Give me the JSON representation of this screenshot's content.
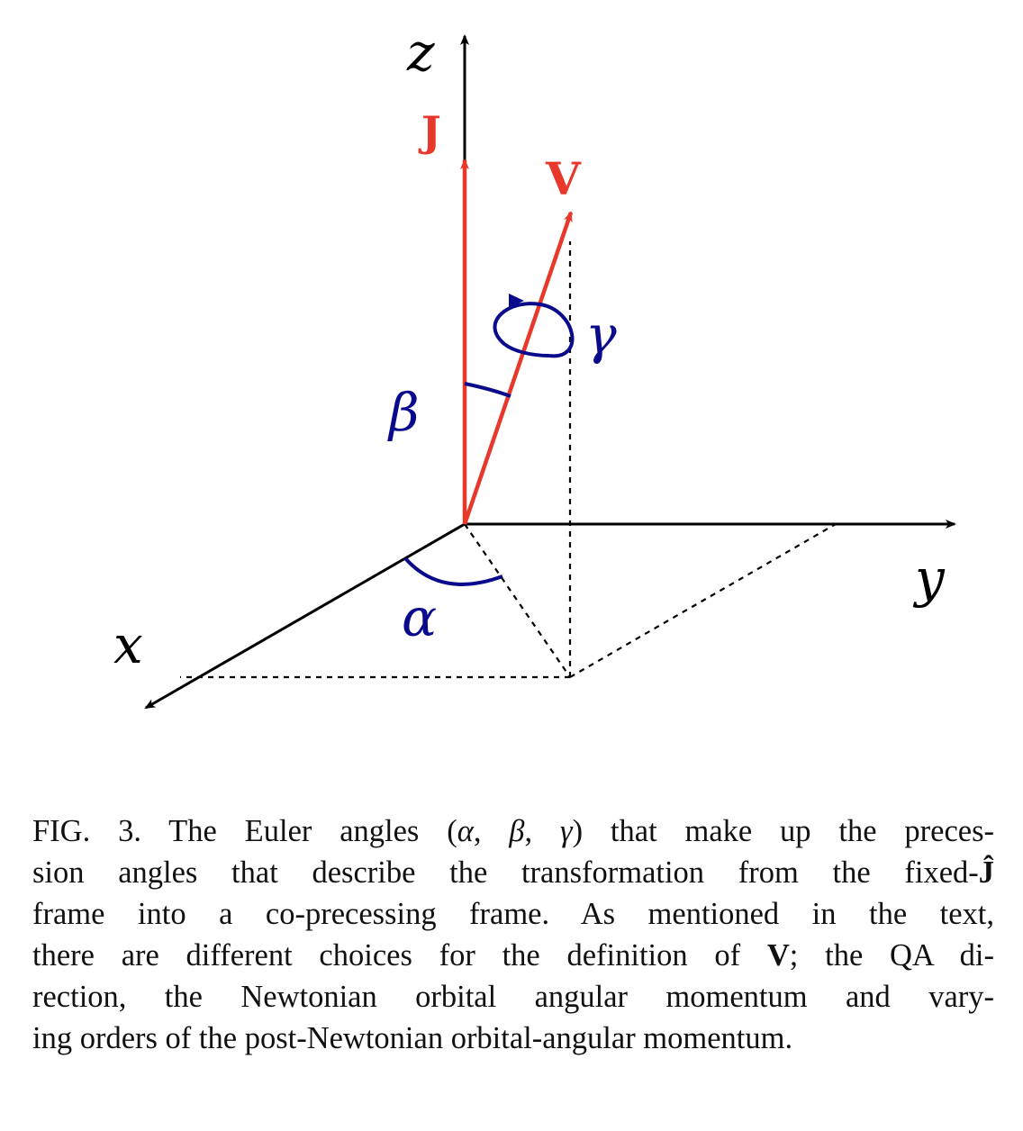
{
  "figure": {
    "axes": {
      "x": "x",
      "y": "y",
      "z": "z"
    },
    "vectors": {
      "J": "J",
      "V": "V"
    },
    "angles": {
      "alpha": "α",
      "beta": "β",
      "gamma": "γ"
    },
    "colors": {
      "axis": "#000000",
      "vector": "#e8382b",
      "angle": "#0a0a8c"
    }
  },
  "caption": {
    "lines": [
      [
        {
          "t": "FIG. 3.  The Euler angles ("
        },
        {
          "t": "α",
          "s": "m"
        },
        {
          "t": ", "
        },
        {
          "t": "β",
          "s": "m"
        },
        {
          "t": ", "
        },
        {
          "t": "γ",
          "s": "m"
        },
        {
          "t": ") that make up the preces-"
        }
      ],
      [
        {
          "t": "sion angles that describe the transformation from the fixed-"
        },
        {
          "t": "Ĵ",
          "s": "b"
        }
      ],
      [
        {
          "t": "frame into a co-precessing frame.  As mentioned in the text,"
        }
      ],
      [
        {
          "t": "there are different choices for the definition of "
        },
        {
          "t": "V",
          "s": "b"
        },
        {
          "t": "; the QA di-"
        }
      ],
      [
        {
          "t": "rection, the Newtonian orbital angular momentum and vary-"
        }
      ],
      [
        {
          "t": "ing orders of the post-Newtonian orbital-angular momentum."
        }
      ]
    ]
  }
}
